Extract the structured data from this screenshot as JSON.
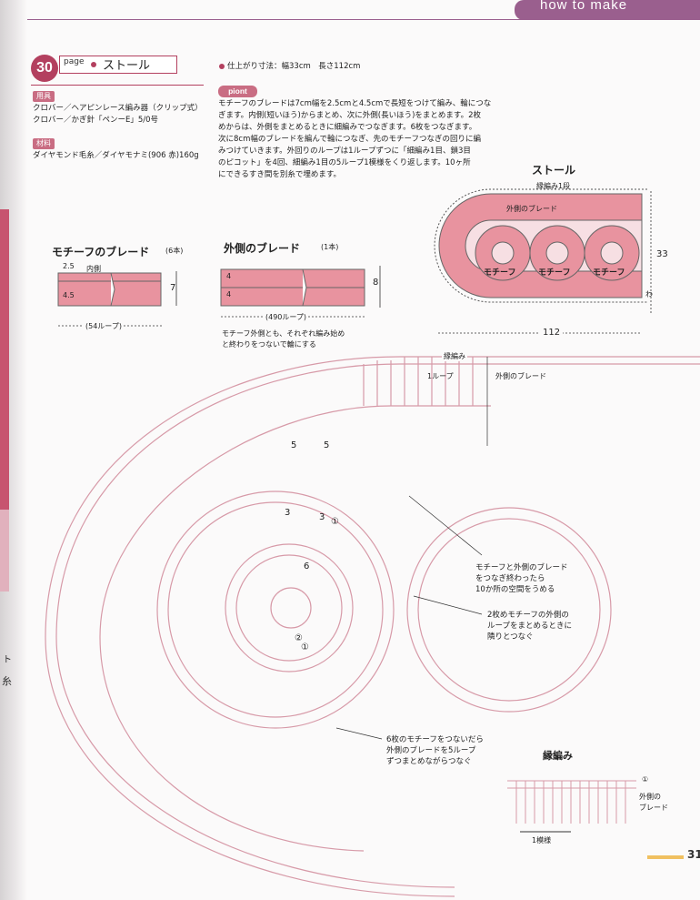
{
  "header": {
    "tab_text": "how to make",
    "page_number": "30",
    "page_label": "page",
    "title": "ストール",
    "page_footer": "31"
  },
  "materials": {
    "tools_tag": "用具",
    "tools_line1": "クロバー／ヘアピンレース編み器（クリップ式）",
    "tools_line2": "クロバー／かぎ針「ペンーE」5/0号",
    "materials_tag": "材料",
    "materials_line": "ダイヤモンド毛糸／ダイヤモナミ(906 赤)160g"
  },
  "finished_size": "仕上がり寸法：幅33cm　長さ112cm",
  "point": {
    "tag": "piont",
    "lines": [
      "モチーフのブレードは7cm幅を2.5cmと4.5cmで長短をつけて編み、輪につな",
      "ぎます。内側(短いほう)からまとめ、次に外側(長いほう)をまとめます。2枚",
      "めからは、外側をまとめるときに細編みでつなぎます。6枚をつなぎます。",
      "次に8cm幅のブレードを編んで輪につなぎ、先のモチーフつなぎの回りに編",
      "みつけていきます。外回りのループは1ループずつに「細編み1目、鎖3目",
      "のピコット」を4回、細編み1目の5ループ1模様をくり返します。10ヶ所",
      "にできるすき間を別糸で埋めます。"
    ]
  },
  "stole_diagram": {
    "title": "ストール",
    "edge_label": "縁編み1段",
    "outer_braid": "外側のブレード",
    "motifs": [
      "モチーフ",
      "モチーフ",
      "モチーフ"
    ],
    "height": "33",
    "length": "112",
    "loop_mark": "わ"
  },
  "motif_braid": {
    "title": "モチーフのブレード",
    "count": "(6本)",
    "dim_short": "2.5",
    "inner": "内側",
    "dim_long": "4.5",
    "width": "7",
    "loops": "(54ループ)"
  },
  "outer_braid": {
    "title": "外側のブレード",
    "count": "(1本)",
    "dim_a": "4",
    "dim_b": "4",
    "width": "8",
    "loops": "(490ループ)",
    "note_line1": "モチーフ外側とも、それぞれ編み始め",
    "note_line2": "と終わりをつないで輪にする"
  },
  "chart": {
    "edge_label": "縁編み",
    "one_loop": "1ループ",
    "outer_braid": "外側のブレード",
    "num_5a": "5",
    "num_5b": "5",
    "num_3a": "3",
    "num_3b": "3",
    "num_6": "6",
    "circ_1a": "①",
    "circ_2": "②",
    "circ_1b": "①",
    "note1_line1": "モチーフと外側のブレード",
    "note1_line2": "をつなぎ終わったら",
    "note1_line3": "10か所の空間をうめる",
    "note2_line1": "2枚めモチーフの外側の",
    "note2_line2": "ループをまとめるときに",
    "note2_line3": "隣りとつなぐ",
    "note3_line1": "6枚のモチーフをつないだら",
    "note3_line2": "外側のブレードを5ループ",
    "note3_line3": "ずつまとめながらつなぐ"
  },
  "edging": {
    "title": "縁編み",
    "circ": "①",
    "side_label_line1": "外側の",
    "side_label_line2": "ブレード",
    "repeat": "1模様"
  },
  "side": {
    "char1": "ト",
    "char2": "糸"
  },
  "colors": {
    "accent": "#b3405f",
    "tab": "#9a5f8e",
    "pink_fill": "#e8939f",
    "line": "#d79aa8"
  }
}
